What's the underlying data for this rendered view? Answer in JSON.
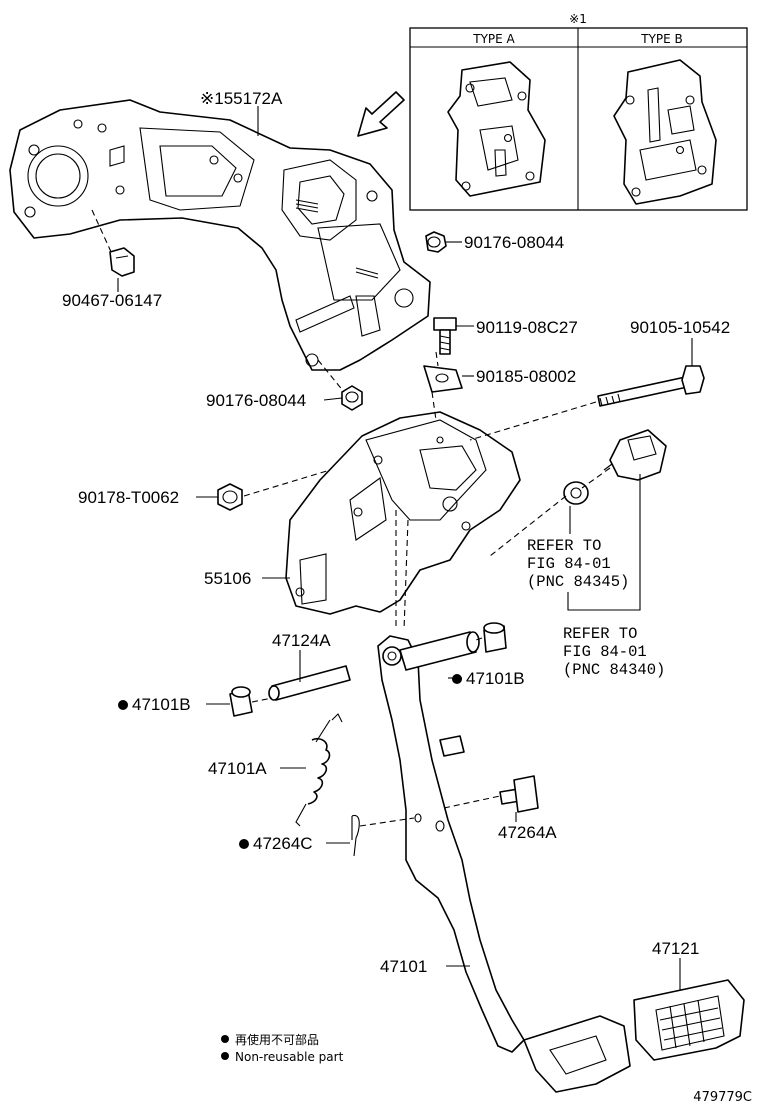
{
  "inset": {
    "mark": "※1",
    "type_a": "TYPE A",
    "type_b": "TYPE B"
  },
  "labels": {
    "bracket_main": "※155172A",
    "nut_1": "90176-08044",
    "nut_2": "90176-08044",
    "clip": "90467-06147",
    "bolt_1": "90119-08C27",
    "bolt_2": "90105-10542",
    "nut_plate": "90185-08002",
    "nut_3": "90178-T0062",
    "support": "55106",
    "bushing_pipe": "47124A",
    "bushing_left": "47101B",
    "bushing_right": "47101B",
    "spring": "47101A",
    "pin_clip": "47264C",
    "pin": "47264A",
    "pedal": "47101",
    "pad": "47121",
    "diagram_id": "479779C"
  },
  "refer": {
    "a_line1": "REFER TO",
    "a_line2": "FIG 84-01",
    "a_line3": "(PNC 84345)",
    "b_line1": "REFER TO",
    "b_line2": "FIG 84-01",
    "b_line3": "(PNC 84340)"
  },
  "legend": {
    "jp": "再使用不可部品",
    "en": "Non-reusable part"
  }
}
